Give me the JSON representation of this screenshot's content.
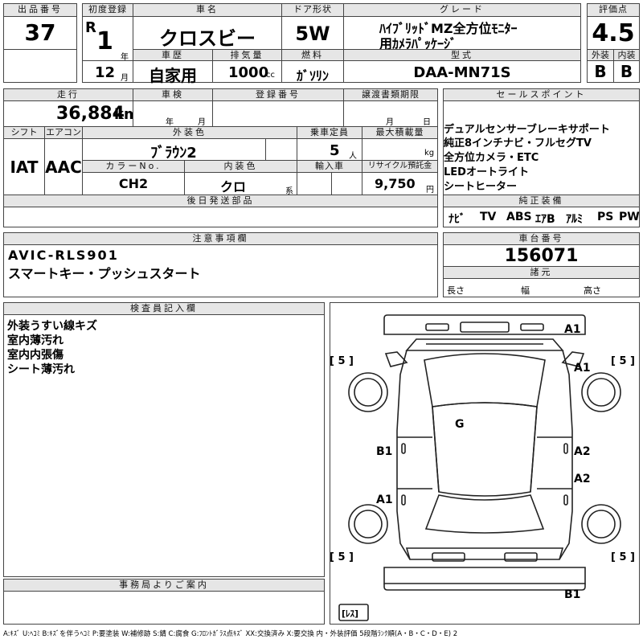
{
  "header": {
    "lot_no_label": "出品番号",
    "lot_no": "37",
    "first_reg_label": "初度登録",
    "era": "R",
    "reg_year": "1",
    "year_unit": "年",
    "reg_month": "12",
    "month_unit": "月",
    "name_label": "車名",
    "name": "クロスビー",
    "door_label": "ドア形状",
    "door": "5W",
    "grade_label": "グレード",
    "grade_line1": "ﾊｲﾌﾞﾘｯﾄﾞMZ全方位ﾓﾆﾀｰ",
    "grade_line2": "用ｶﾒﾗﾊﾟｯｹｰｼﾞ",
    "score_label": "評価点",
    "score": "4.5",
    "ext_label": "外装",
    "ext": "B",
    "int_label": "内装",
    "int": "B",
    "history_label": "車歴",
    "history": "自家用",
    "cc_label": "排気量",
    "cc": "1000",
    "cc_unit": "cc",
    "fuel_label": "燃料",
    "fuel": "ｶﾞｿﾘﾝ",
    "model_label": "型式",
    "model": "DAA-MN71S"
  },
  "details": {
    "mileage_label": "走行",
    "mileage": "36,884",
    "mileage_unit": "km",
    "inspection_label": "車検",
    "insp_year_unit": "年",
    "insp_month_unit": "月",
    "plate_label": "登録番号",
    "transfer_label": "譲渡書類期限",
    "transfer_month_unit": "月",
    "transfer_day_unit": "日",
    "shift_label": "シフト",
    "shift": "IAT",
    "ac_label": "エアコン",
    "ac": "AAC",
    "color_label": "外装色",
    "color": "ﾌﾞﾗｳﾝ2",
    "capacity_label": "乗車定員",
    "capacity": "5",
    "capacity_unit": "人",
    "load_label": "最大積載量",
    "load_unit": "kg",
    "color_no_label": "カラーNo.",
    "color_no": "CH2",
    "int_color_label": "内装色",
    "int_color": "クロ",
    "int_color_unit": "系",
    "import_label": "輸入車",
    "recycle_label": "リサイクル預託金",
    "recycle": "9,750",
    "recycle_unit": "円",
    "later_parts_label": "後日発送部品"
  },
  "sales": {
    "label": "セールスポイント",
    "points": [
      "デュアルセンサーブレーキサポート",
      "純正8インチナビ・フルセグTV",
      "全方位カメラ・ETC",
      "LEDオートライト",
      "シートヒーター"
    ]
  },
  "equipment": {
    "label": "純正装備",
    "items": [
      "ﾅﾋﾞ",
      "TV",
      "ABS",
      "ｴｱB",
      "ｱﾙﾐ",
      "PS",
      "PW"
    ]
  },
  "notes": {
    "label": "注意事項欄",
    "lines": [
      "AVIC-RLS901",
      "スマートキー・プッシュスタート"
    ]
  },
  "chassis": {
    "label": "車台番号",
    "number": "156071",
    "dims_label": "諸元",
    "length_label": "長さ",
    "width_label": "幅",
    "height_label": "高さ"
  },
  "inspector": {
    "label": "検査員記入欄",
    "lines": [
      "外装うすい線キズ",
      "室内薄汚れ",
      "室内内張傷",
      "シート薄汚れ"
    ]
  },
  "office": {
    "label": "事務局よりご案内"
  },
  "diagram": {
    "marks": {
      "front": "A1",
      "right_front_fender": "A1",
      "windshield": "G",
      "left_front_door": "B1",
      "right_front_door": "A2",
      "right_rear_door": "A2",
      "left_rear_door": "A1",
      "rear": "B1"
    },
    "tire_tl": "[ 5 ]",
    "tire_tr": "[ 5 ]",
    "tire_bl": "[ 5 ]",
    "tire_br": "[ 5 ]",
    "spare": "[ﾚｽ]"
  },
  "legend": "A:ｷｽﾞ U:ﾍｺﾐ B:ｷｽﾞを伴うﾍｺﾐ P:要塗装 W:補修跡 S:錆 C:腐食 G:ﾌﾛﾝﾄｶﾞﾗｽ点ｷｽﾞ XX:交換済み X:要交換 内・外装評価 5段階ﾗﾝｸ順(A・B・C・D・E) 2"
}
